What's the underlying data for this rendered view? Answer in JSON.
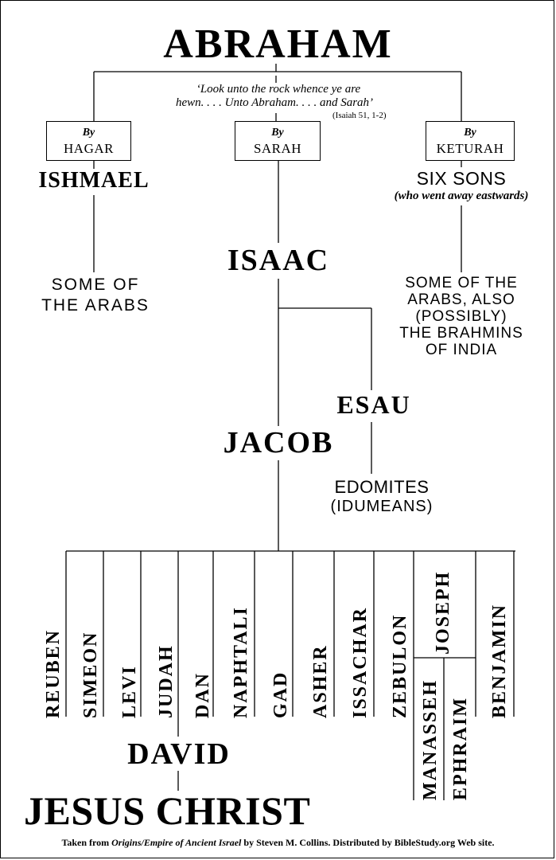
{
  "title": "ABRAHAM",
  "quote": {
    "line1": "‘Look unto the rock whence ye are",
    "line2": "hewn. . . . Unto Abraham. . . . and Sarah’",
    "reference": "(Isaiah 51, 1-2)"
  },
  "branches": {
    "hagar": {
      "by": "By",
      "name": "HAGAR",
      "son": "ISHMAEL",
      "descendants_line1": "SOME OF",
      "descendants_line2": "THE ARABS"
    },
    "sarah": {
      "by": "By",
      "name": "SARAH",
      "son": "ISAAC"
    },
    "keturah": {
      "by": "By",
      "name": "KETURAH",
      "sons": "SIX SONS",
      "note": "(who went away eastwards)",
      "descendants": [
        "SOME OF THE",
        "ARABS, ALSO",
        "(POSSIBLY)",
        "THE BRAHMINS",
        "OF INDIA"
      ]
    }
  },
  "isaac_line": {
    "esau": "ESAU",
    "edomites_line1": "EDOMITES",
    "edomites_line2": "(IDUMEANS)",
    "jacob": "JACOB"
  },
  "tribes": {
    "reuben": "REUBEN",
    "simeon": "SIMEON",
    "levi": "LEVI",
    "judah": "JUDAH",
    "dan": "DAN",
    "naphtali": "NAPHTALI",
    "gad": "GAD",
    "asher": "ASHER",
    "issachar": "ISSACHAR",
    "zebulon": "ZEBULON",
    "joseph": "JOSEPH",
    "manasseh": "MANASSEH",
    "ephraim": "EPHRAIM",
    "benjamin": "BENJAMIN"
  },
  "david": "DAVID",
  "jesus_christ": "JESUS CHRIST",
  "footer": {
    "prefix": "Taken from ",
    "book": "Origins/Empire of Ancient Israel",
    "suffix": " by Steven M. Collins.   Distributed by BibleStudy.org Web site."
  }
}
